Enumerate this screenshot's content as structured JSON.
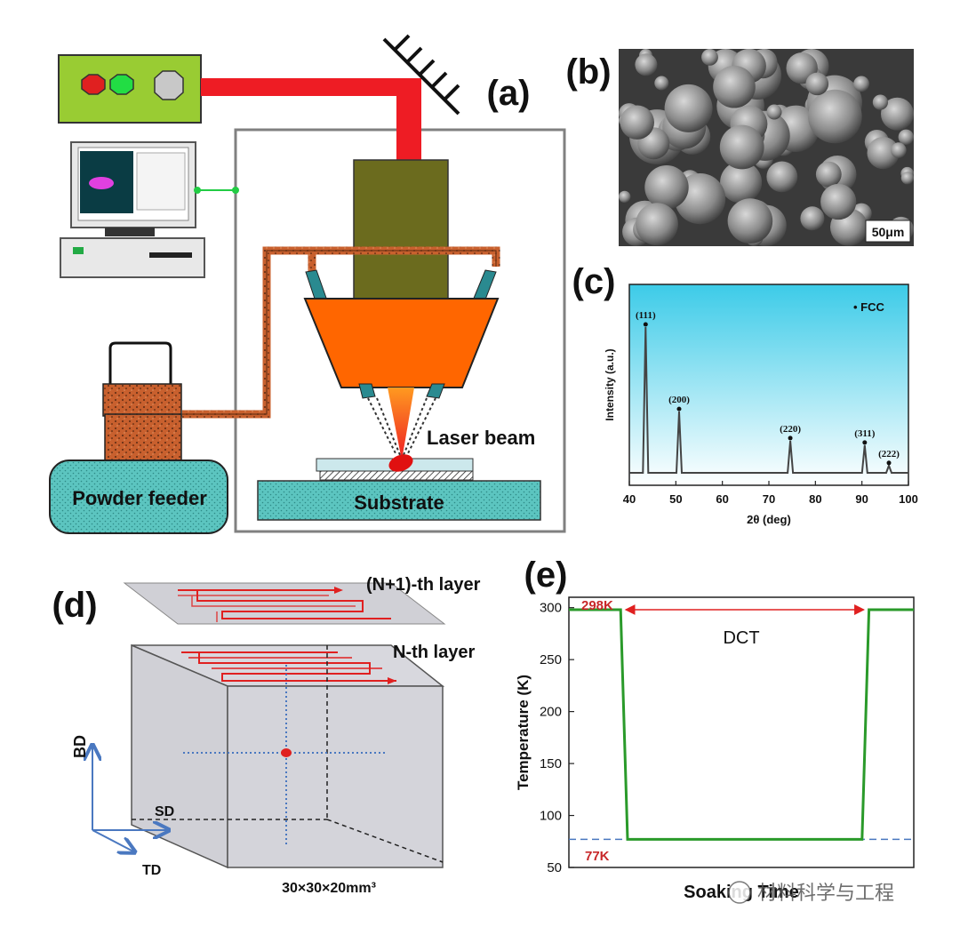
{
  "panel_labels": {
    "a": "(a)",
    "b": "(b)",
    "c": "(c)",
    "d": "(d)",
    "e": "(e)"
  },
  "schematic": {
    "laser_beam": "Laser beam",
    "substrate": "Substrate",
    "powder_feeder": "Powder feeder"
  },
  "sem": {
    "scale_bar": "50μm"
  },
  "build": {
    "top_layer": "(N+1)-th layer",
    "layer": "N-th layer",
    "axis_bd": "BD",
    "axis_sd": "SD",
    "axis_td": "TD",
    "dimensions": "30×30×20mm³"
  },
  "watermark": "材料科学与工程",
  "colors": {
    "laser_red": "#ee1c24",
    "nozzle_orange": "#ff6600",
    "lens_olive": "#6b6b1e",
    "panel_green": "#99cc33",
    "substrate_teal": "#5cc5c0",
    "powder_brown": "#c8602e",
    "curve_green": "#2a9a2a",
    "line_blue": "#4a78c0",
    "label_red": "#c8282a"
  },
  "chart_data": [
    {
      "type": "line",
      "title": "",
      "xlabel": "2θ (deg)",
      "ylabel": "Intensity (a.u.)",
      "xlim": [
        40,
        100
      ],
      "x_ticks": [
        40,
        50,
        60,
        70,
        80,
        90,
        100
      ],
      "legend": "• FCC",
      "legend_position": "top-right",
      "background": "gradient-cyan",
      "peaks": [
        {
          "x": 43.5,
          "y": 100,
          "label": "(111)"
        },
        {
          "x": 50.7,
          "y": 42,
          "label": "(200)"
        },
        {
          "x": 74.6,
          "y": 22,
          "label": "(220)"
        },
        {
          "x": 90.6,
          "y": 19,
          "label": "(311)"
        },
        {
          "x": 95.8,
          "y": 5,
          "label": "(222)"
        }
      ]
    },
    {
      "type": "line",
      "title": "",
      "xlabel": "Soaking Time",
      "ylabel": "Temperature (K)",
      "ylim": [
        50,
        310
      ],
      "y_ticks": [
        50,
        100,
        150,
        200,
        250,
        300
      ],
      "annotations": {
        "top": "298K",
        "bottom": "77K",
        "span": "DCT"
      },
      "series": [
        {
          "x": [
            0,
            0.15,
            0.17,
            0.85,
            0.87,
            1
          ],
          "values": [
            298,
            298,
            77,
            77,
            298,
            298
          ]
        }
      ]
    }
  ]
}
